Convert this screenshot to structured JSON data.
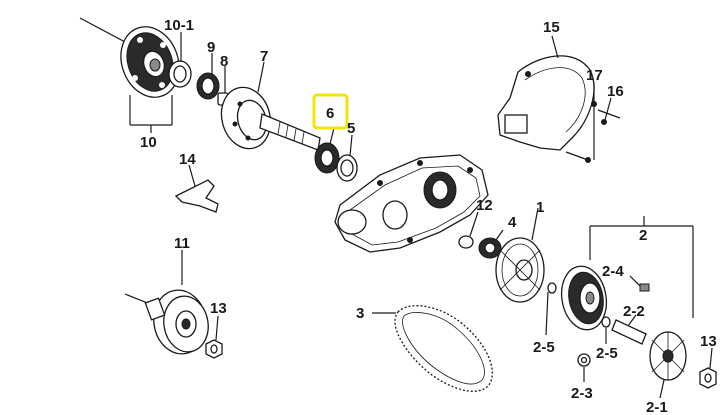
{
  "highlight_color": "#f2e600",
  "highlighted_part": "6",
  "labels": {
    "l10_1": "10-1",
    "l9": "9",
    "l8": "8",
    "l7": "7",
    "l10": "10",
    "l6": "6",
    "l5": "5",
    "l14": "14",
    "l11": "11",
    "l13a": "13",
    "l15": "15",
    "l17": "17",
    "l16": "16",
    "l12": "12",
    "l4": "4",
    "l1": "1",
    "l2": "2",
    "l2_4": "2-4",
    "l2_2": "2-2",
    "l2_5a": "2-5",
    "l2_5b": "2-5",
    "l3": "3",
    "l2_3": "2-3",
    "l2_1": "2-1",
    "l13b": "13"
  }
}
